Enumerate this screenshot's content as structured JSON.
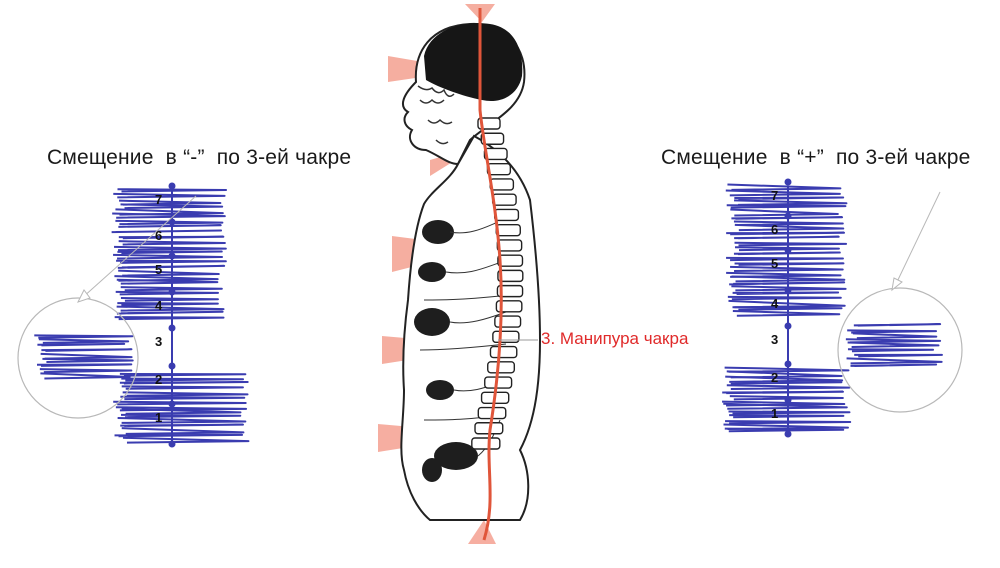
{
  "left_panel": {
    "caption": "Смещение  в “-”  по 3-ей чакре",
    "levels": [
      "7",
      "6",
      "5",
      "4",
      "3",
      "2",
      "1"
    ]
  },
  "right_panel": {
    "caption": "Смещение  в “+”  по 3-ей чакре",
    "levels": [
      "7",
      "6",
      "5",
      "4",
      "3",
      "2",
      "1"
    ]
  },
  "figure": {
    "callout_label": "3. Манипура чакра"
  },
  "colors": {
    "scribble": "#3a3cb0",
    "chakra_beam": "#f4a090",
    "spine_line": "#e0553a",
    "callout_text": "#e02a2a",
    "circle": "#b8b8b8"
  }
}
